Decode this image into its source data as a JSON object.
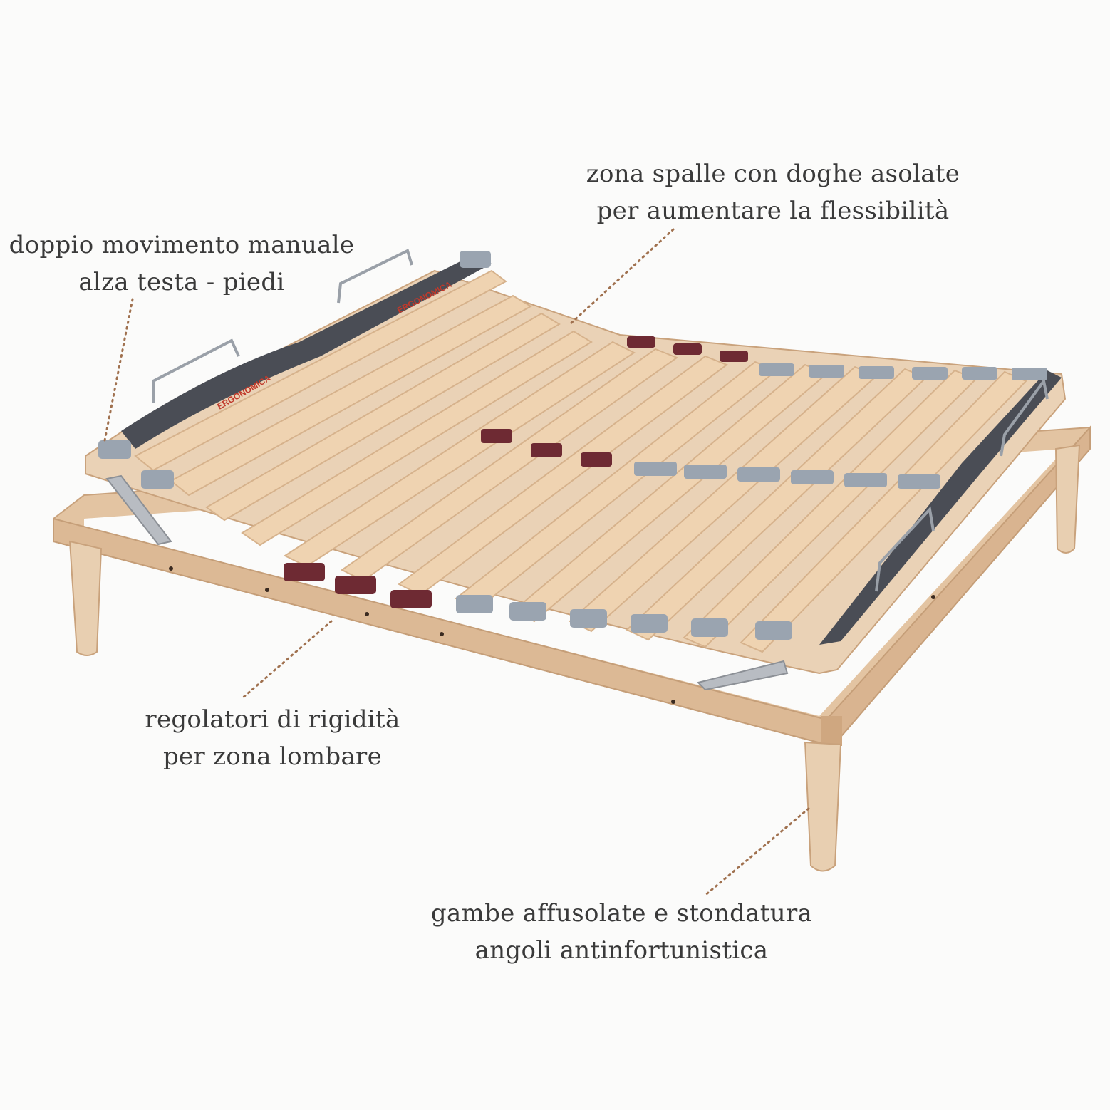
{
  "callouts": {
    "movimento": {
      "line1": "doppio movimento manuale",
      "line2": "alza testa - piedi"
    },
    "spalle": {
      "line1": "zona spalle con doghe asolate",
      "line2": "per aumentare la flessibilità"
    },
    "regolatori": {
      "line1": "regolatori di rigidità",
      "line2": "per zona lombare"
    },
    "gambe": {
      "line1": "gambe affusolate e stondatura",
      "line2": "angoli antinfortunistica"
    }
  },
  "product": {
    "slat_brand_label": "ERGONOMICA"
  },
  "colors": {
    "wood": "#e6c8a6",
    "wood_dark": "#c9a27c",
    "slat": "#efd3b1",
    "rubber_dark": "#4a4d55",
    "cap_grey": "#9aa4b0",
    "stiffness_regulator": "#6e2a33",
    "leader_line": "#a0714f",
    "text": "#3a3a3a",
    "brand_red": "#c0392b"
  },
  "icons": [
    "bed-frame-illustration",
    "slat-cap-icon",
    "stiffness-regulator-icon",
    "leader-dotted-line"
  ]
}
